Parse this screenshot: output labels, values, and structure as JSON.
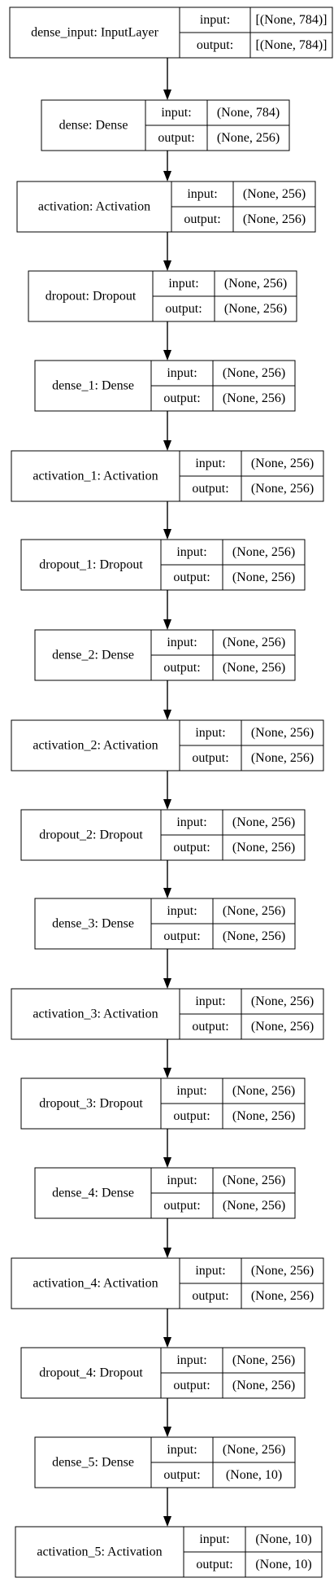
{
  "layers": [
    {
      "name": "dense_input: InputLayer",
      "input": "[(None, 784)]",
      "output": "[(None, 784)]"
    },
    {
      "name": "dense: Dense",
      "input": "(None, 784)",
      "output": "(None, 256)"
    },
    {
      "name": "activation: Activation",
      "input": "(None, 256)",
      "output": "(None, 256)"
    },
    {
      "name": "dropout: Dropout",
      "input": "(None, 256)",
      "output": "(None, 256)"
    },
    {
      "name": "dense_1: Dense",
      "input": "(None, 256)",
      "output": "(None, 256)"
    },
    {
      "name": "activation_1: Activation",
      "input": "(None, 256)",
      "output": "(None, 256)"
    },
    {
      "name": "dropout_1: Dropout",
      "input": "(None, 256)",
      "output": "(None, 256)"
    },
    {
      "name": "dense_2: Dense",
      "input": "(None, 256)",
      "output": "(None, 256)"
    },
    {
      "name": "activation_2: Activation",
      "input": "(None, 256)",
      "output": "(None, 256)"
    },
    {
      "name": "dropout_2: Dropout",
      "input": "(None, 256)",
      "output": "(None, 256)"
    },
    {
      "name": "dense_3: Dense",
      "input": "(None, 256)",
      "output": "(None, 256)"
    },
    {
      "name": "activation_3: Activation",
      "input": "(None, 256)",
      "output": "(None, 256)"
    },
    {
      "name": "dropout_3: Dropout",
      "input": "(None, 256)",
      "output": "(None, 256)"
    },
    {
      "name": "dense_4: Dense",
      "input": "(None, 256)",
      "output": "(None, 256)"
    },
    {
      "name": "activation_4: Activation",
      "input": "(None, 256)",
      "output": "(None, 256)"
    },
    {
      "name": "dropout_4: Dropout",
      "input": "(None, 256)",
      "output": "(None, 256)"
    },
    {
      "name": "dense_5: Dense",
      "input": "(None, 256)",
      "output": "(None, 10)"
    },
    {
      "name": "activation_5: Activation",
      "input": "(None, 10)",
      "output": "(None, 10)"
    }
  ],
  "labels": {
    "input": "input:",
    "output": "output:"
  }
}
